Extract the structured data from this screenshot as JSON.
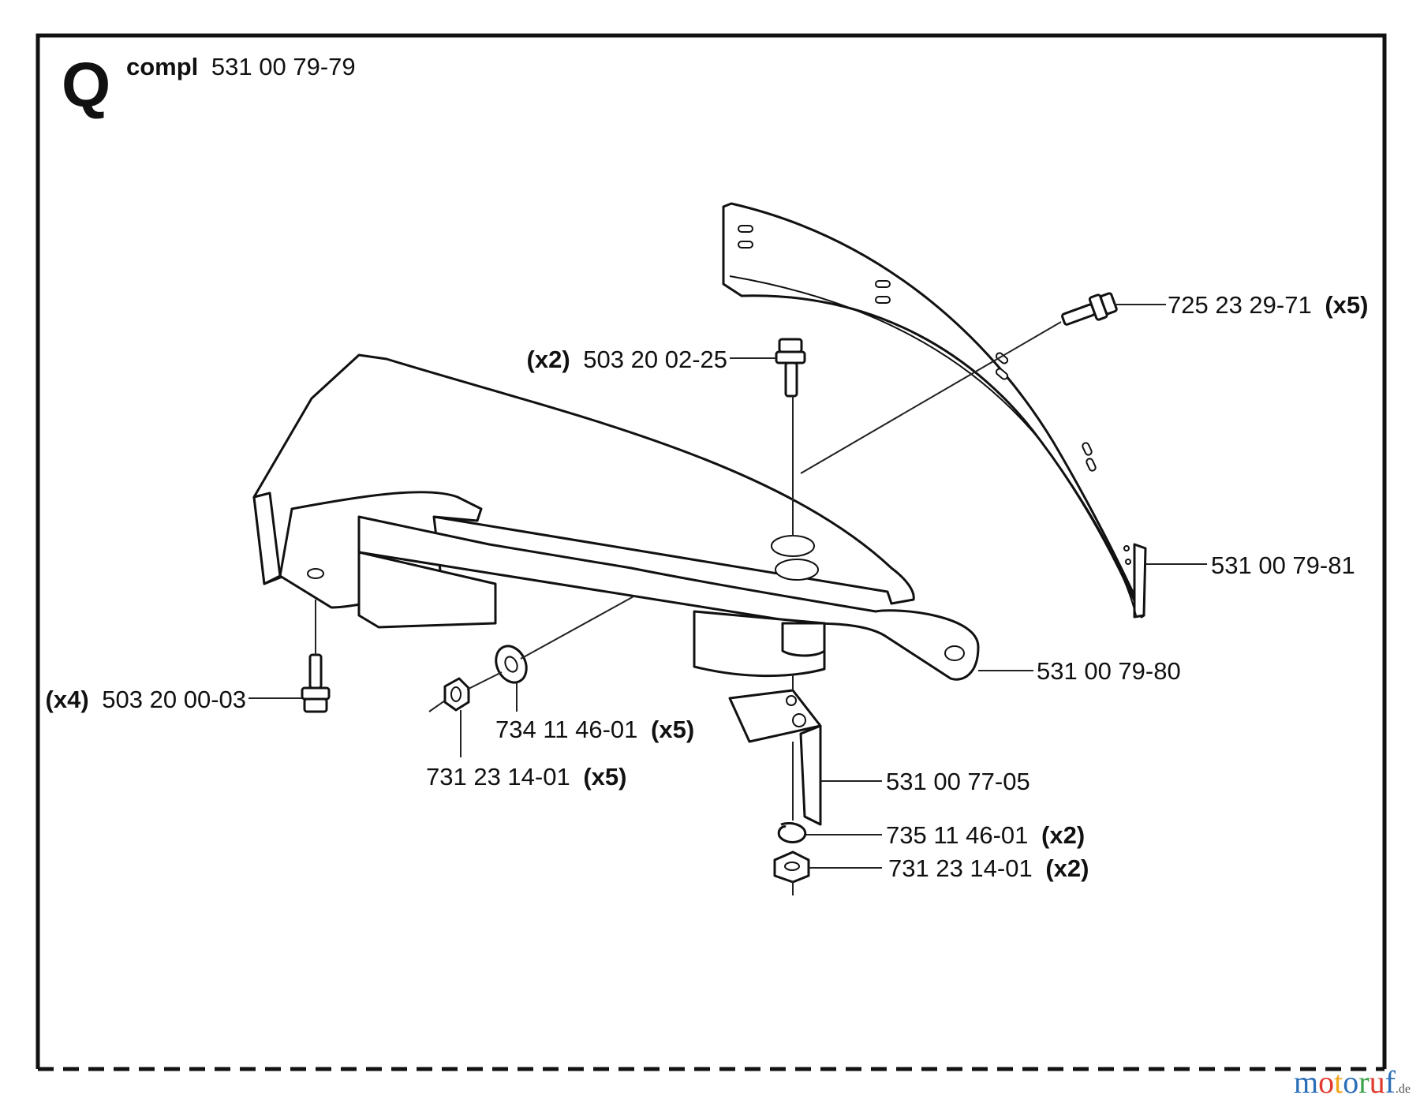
{
  "section": {
    "letter": "Q",
    "compl_prefix": "compl",
    "compl_number": "531 00 79-79"
  },
  "parts": [
    {
      "id": "bolt_top_right",
      "qty_prefix": "",
      "number": "725 23 29-71",
      "qty_suffix": "(x5)"
    },
    {
      "id": "bolt_center",
      "qty_prefix": "(x2)",
      "number": "503 20 02-25",
      "qty_suffix": ""
    },
    {
      "id": "guard_extension",
      "qty_prefix": "",
      "number": "531 00 79-81",
      "qty_suffix": ""
    },
    {
      "id": "guard_main",
      "qty_prefix": "",
      "number": "531 00 79-80",
      "qty_suffix": ""
    },
    {
      "id": "bolt_left",
      "qty_prefix": "(x4)",
      "number": "503 20 00-03",
      "qty_suffix": ""
    },
    {
      "id": "washer",
      "qty_prefix": "",
      "number": "734 11 46-01",
      "qty_suffix": "(x5)"
    },
    {
      "id": "nut_left",
      "qty_prefix": "",
      "number": "731 23 14-01",
      "qty_suffix": "(x5)"
    },
    {
      "id": "bracket",
      "qty_prefix": "",
      "number": "531 00 77-05",
      "qty_suffix": ""
    },
    {
      "id": "lock_washer",
      "qty_prefix": "",
      "number": "735 11 46-01",
      "qty_suffix": "(x2)"
    },
    {
      "id": "nut_bottom",
      "qty_prefix": "",
      "number": "731 23 14-01",
      "qty_suffix": "(x2)"
    }
  ],
  "watermark": {
    "letters": [
      "m",
      "o",
      "t",
      "o",
      "r",
      "u",
      "f"
    ],
    "letter_colors": [
      "#2b6fb8",
      "#e03a2f",
      "#f2a51a",
      "#2b6fb8",
      "#3aa24a",
      "#e03a2f",
      "#2b6fb8"
    ],
    "suffix": ".de"
  }
}
